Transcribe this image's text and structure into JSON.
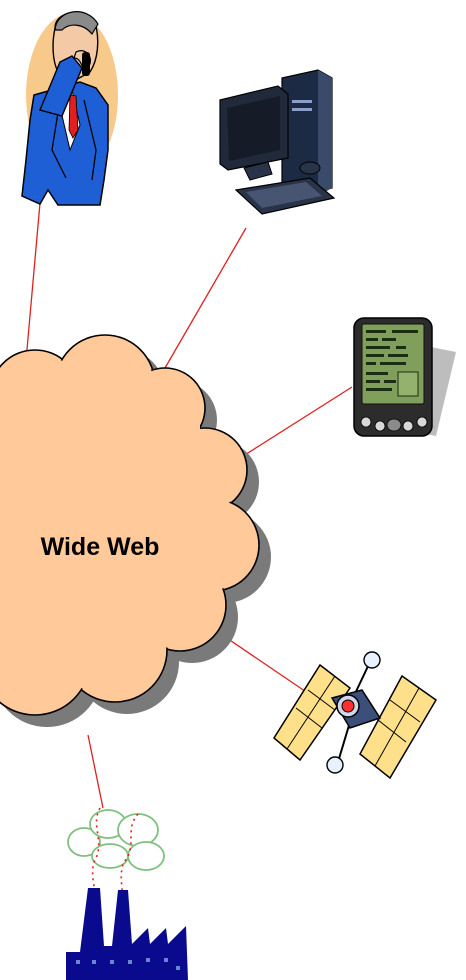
{
  "diagram": {
    "cloud_label": "Wide Web",
    "nodes": [
      {
        "id": "businessman",
        "icon": "businessman-on-phone-icon"
      },
      {
        "id": "desktop",
        "icon": "desktop-computer-icon"
      },
      {
        "id": "pda",
        "icon": "pda-handheld-icon"
      },
      {
        "id": "satellite",
        "icon": "satellite-icon"
      },
      {
        "id": "factory",
        "icon": "factory-icon"
      }
    ],
    "connections": [
      "businessman",
      "desktop",
      "pda",
      "satellite",
      "factory"
    ]
  },
  "colors": {
    "cloud_fill": "#ffc999",
    "cloud_shadow": "#7a7a7a",
    "link_line": "#e02020",
    "suit_blue": "#1f5fd6",
    "factory_blue": "#0a0a8f"
  }
}
